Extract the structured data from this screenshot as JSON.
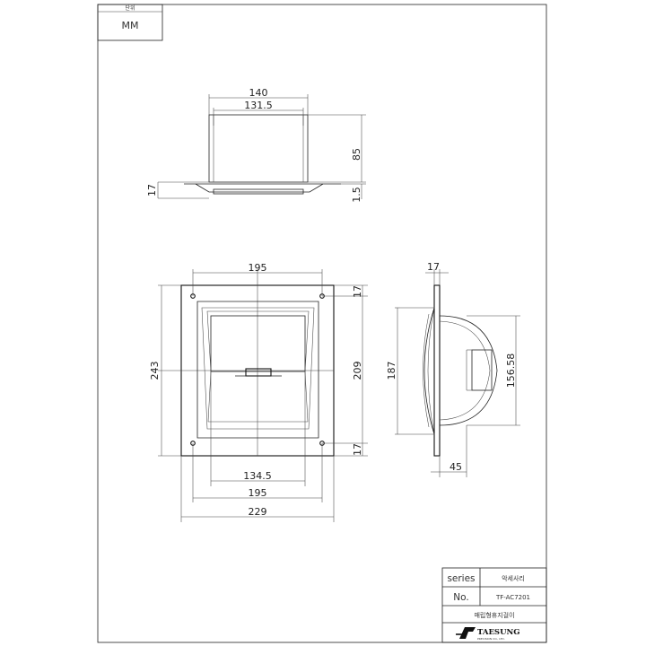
{
  "unit_box": {
    "label": "단위",
    "value": "MM"
  },
  "top_view": {
    "w_outer": "140",
    "w_inner": "131.5",
    "h_depth": "85",
    "t_flange": "17",
    "t_plate": "1.5"
  },
  "front_view": {
    "w_top": "195",
    "h_total": "243",
    "h_inner": "209",
    "m_top": "17",
    "m_bottom": "17",
    "w_opening": "134.5",
    "w_holes": "195",
    "w_total": "229"
  },
  "side_view": {
    "t_top": "17",
    "h_total": "187",
    "h_dome": "156.58",
    "w_bottom": "45"
  },
  "title_block": {
    "series_label": "series",
    "series_value": "악세사리",
    "no_label": "No.",
    "no_value": "TF-AC7201",
    "desc": "매립형휴지걸이",
    "logo_text": "TAESUNG",
    "logo_sub": "PRECISION CO., LTD."
  }
}
